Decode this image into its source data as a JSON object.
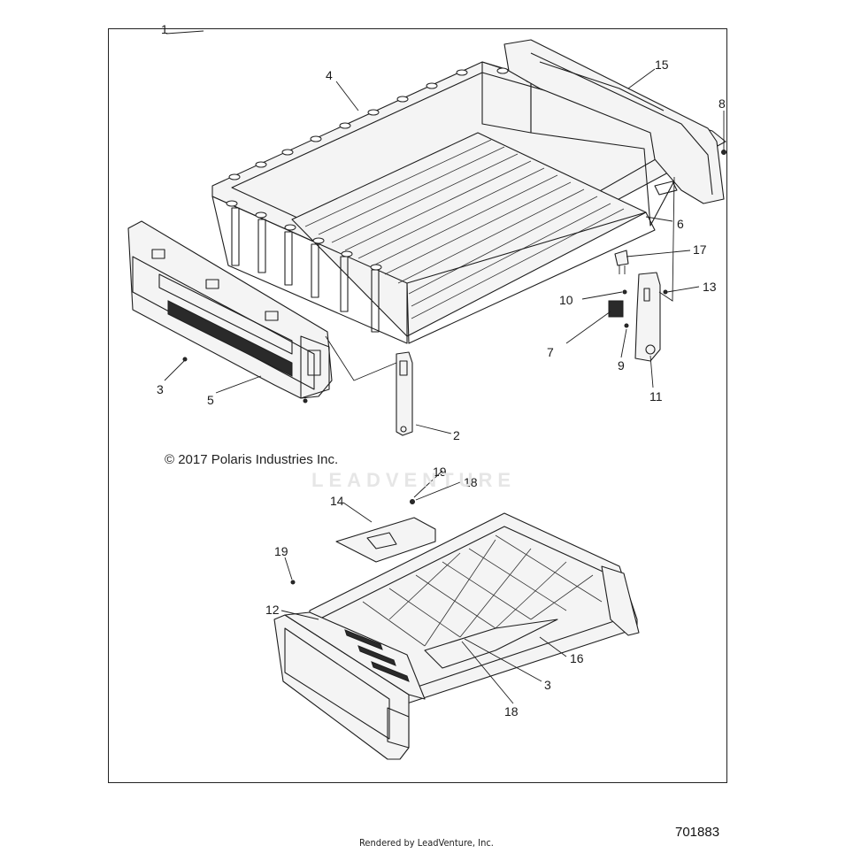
{
  "diagram": {
    "copyright": "© 2017 Polaris Industries Inc.",
    "watermark": "LEADVENTURE",
    "drawing_number": "701883",
    "rendered_by": "Rendered by LeadVenture, Inc.",
    "callouts": {
      "c1": "1",
      "c2": "2",
      "c3a": "3",
      "c3b": "3",
      "c4": "4",
      "c5": "5",
      "c6": "6",
      "c7": "7",
      "c8": "8",
      "c9": "9",
      "c10": "10",
      "c11": "11",
      "c12": "12",
      "c13": "13",
      "c14": "14",
      "c15": "15",
      "c16": "16",
      "c17": "17",
      "c18a": "18",
      "c18b": "18",
      "c19a": "19",
      "c19b": "19"
    }
  }
}
